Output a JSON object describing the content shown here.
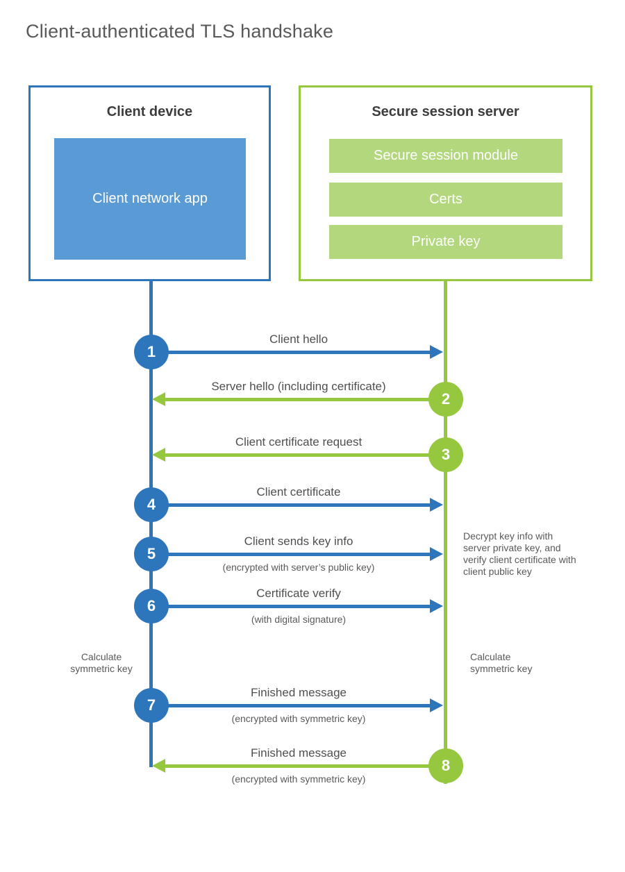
{
  "title": "Client-authenticated TLS handshake",
  "colors": {
    "blue_accent": "#2e76bc",
    "blue_fill": "#5b9bd5",
    "green_accent": "#95c83e",
    "green_fill": "#b3d77d",
    "text_gray": "#595959"
  },
  "client_box": {
    "title": "Client device",
    "app_label": "Client network app"
  },
  "server_box": {
    "title": "Secure session server",
    "modules": [
      "Secure session module",
      "Certs",
      "Private key"
    ]
  },
  "messages": [
    {
      "num": "1",
      "label": "Client hello",
      "from": "client",
      "to": "server"
    },
    {
      "num": "2",
      "label": "Server hello (including certificate)",
      "from": "server",
      "to": "client"
    },
    {
      "num": "3",
      "label": "Client certificate request",
      "from": "server",
      "to": "client"
    },
    {
      "num": "4",
      "label": "Client certificate",
      "from": "client",
      "to": "server"
    },
    {
      "num": "5",
      "label": "Client sends key info",
      "sub": "(encrypted with server’s public key)",
      "from": "client",
      "to": "server"
    },
    {
      "num": "6",
      "label": "Certificate verify",
      "sub": "(with digital signature)",
      "from": "client",
      "to": "server"
    },
    {
      "num": "7",
      "label": "Finished message",
      "sub": "(encrypted with symmetric key)",
      "from": "client",
      "to": "server"
    },
    {
      "num": "8",
      "label": "Finished message",
      "sub": "(encrypted with symmetric key)",
      "from": "server",
      "to": "client"
    }
  ],
  "annotations": {
    "decrypt_note": "Decrypt key info with server private key, and verify client certificate with client public key",
    "calc_left": "Calculate symmetric key",
    "calc_right": "Calculate symmetric key"
  }
}
